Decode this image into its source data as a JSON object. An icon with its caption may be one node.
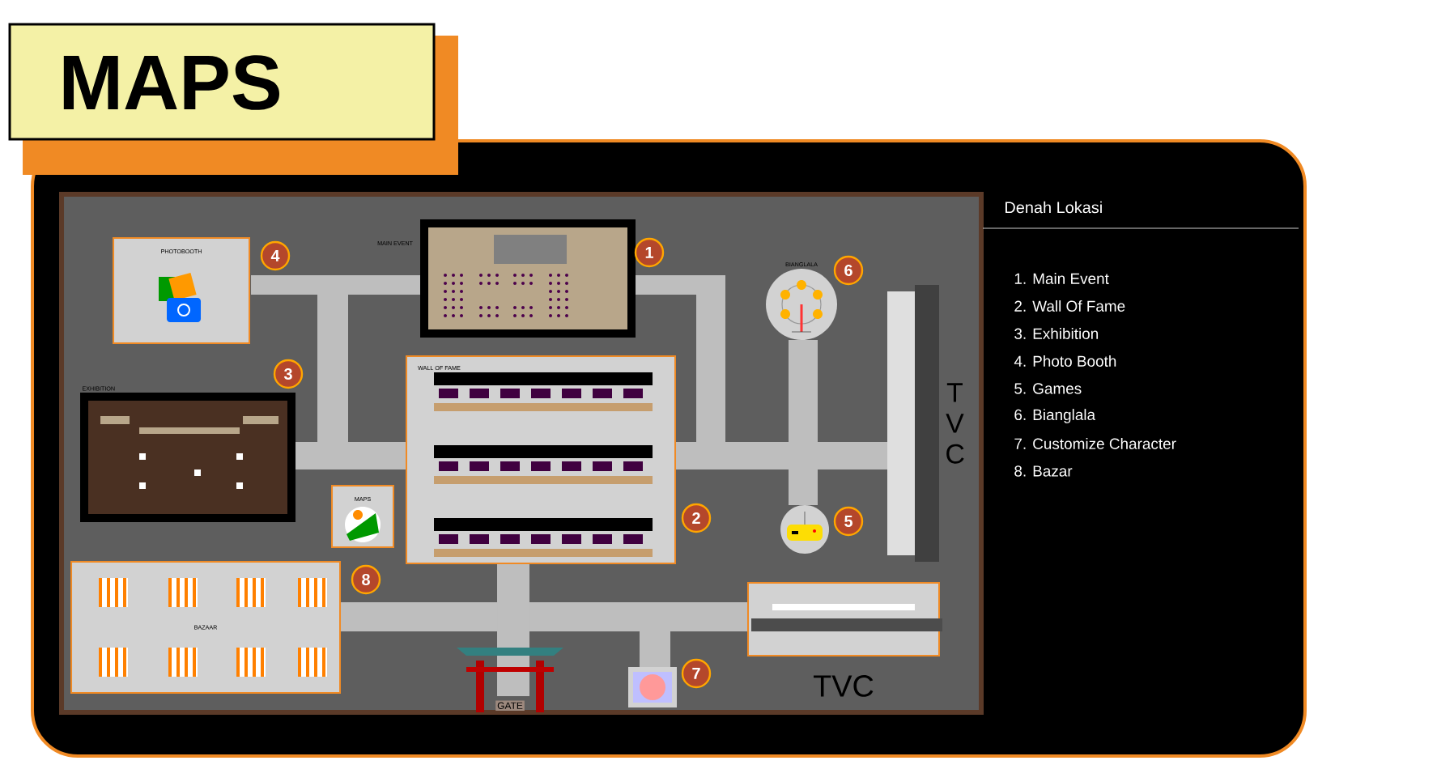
{
  "diagram": {
    "title": "MAPS",
    "nodes": [
      {
        "text": [
          "PHOTOBOOTH"
        ]
      },
      {
        "text": [
          "MAIN EVENT"
        ]
      },
      {
        "text": [
          "EXHIBITION"
        ]
      },
      {
        "text": [
          "WALL OF FAME"
        ]
      },
      {
        "text": [
          "BIANGLALA"
        ]
      },
      {
        "text": [],
        "shape": "circle"
      },
      {
        "text": [
          "T V C"
        ]
      },
      {
        "text": [
          "MAPS"
        ]
      },
      {
        "text": [
          "BAZAAR"
        ]
      },
      {
        "text": [
          "GATE"
        ]
      },
      {
        "text": [],
        "shape": "picture"
      },
      {
        "text": [
          "TVC"
        ]
      }
    ],
    "labels": [
      "1",
      "2",
      "3",
      "4",
      "5",
      "6",
      "7",
      "8",
      "Denah Lokasi",
      "1. Main Event",
      "2. Wall Of Fame",
      "3. Exhibition",
      "4. Photo Booth",
      "5. Games",
      "6. Bianglala",
      "7. Customize Character",
      "8. Bazar"
    ]
  }
}
